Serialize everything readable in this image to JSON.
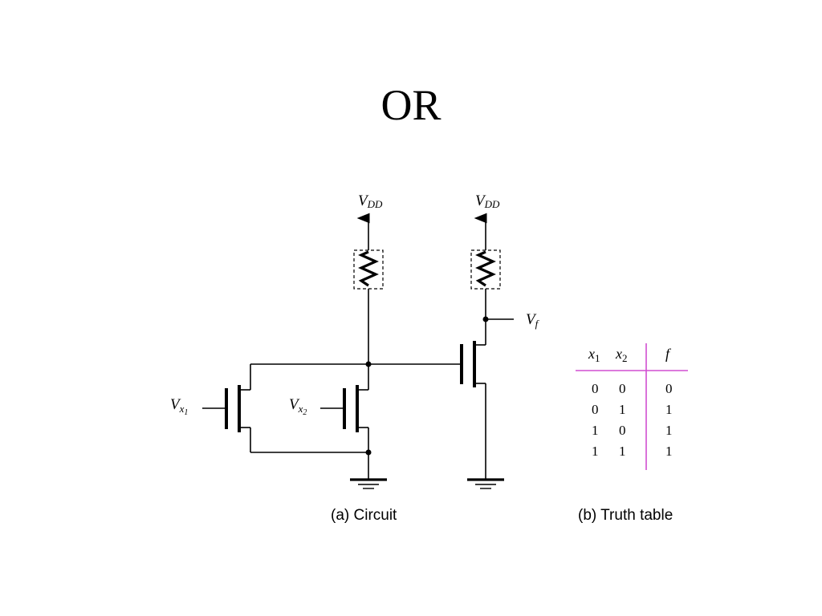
{
  "slide": {
    "title": "OR"
  },
  "circuit": {
    "vdd": {
      "main": "V",
      "sub": "DD"
    },
    "input1": {
      "main": "V",
      "sub": "x",
      "subsub": "1"
    },
    "input2": {
      "main": "V",
      "sub": "x",
      "subsub": "2"
    },
    "output": {
      "main": "V",
      "sub": "f"
    },
    "caption": "(a) Circuit"
  },
  "truth_table": {
    "headers": [
      {
        "main": "x",
        "sub": "1"
      },
      {
        "main": "x",
        "sub": "2"
      },
      {
        "main": "f",
        "sub": ""
      }
    ],
    "rows": [
      [
        "0",
        "0",
        "0"
      ],
      [
        "0",
        "1",
        "1"
      ],
      [
        "1",
        "0",
        "1"
      ],
      [
        "1",
        "1",
        "1"
      ]
    ],
    "caption": "(b) Truth table",
    "rule_color": "#d14fd1"
  }
}
